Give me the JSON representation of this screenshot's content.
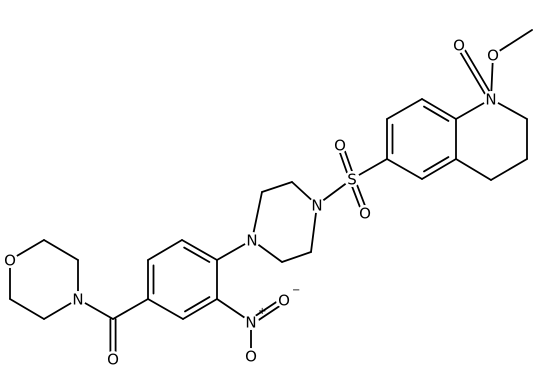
{
  "molecule": {
    "atom_labels": {
      "carbonyl_oxygen": "O",
      "ester_oxygen": "O",
      "quinoline_nitrogen": "N",
      "sulfur": "S",
      "sulfonyl_oxygen_top": "O",
      "sulfonyl_oxygen_bottom": "O",
      "piperazine_nitrogen_right": "N",
      "piperazine_nitrogen_left": "N",
      "morpholine_oxygen": "O",
      "morpholine_nitrogen": "N",
      "amide_oxygen": "O",
      "nitro_nitrogen": "N",
      "nitro_oxygen_right": "O",
      "nitro_oxygen_bottom": "O"
    },
    "charges": {
      "nitro_nitrogen": "+",
      "nitro_oxygen_right": "−"
    }
  },
  "colors": {
    "background": "#ffffff",
    "ink": "#000000"
  }
}
